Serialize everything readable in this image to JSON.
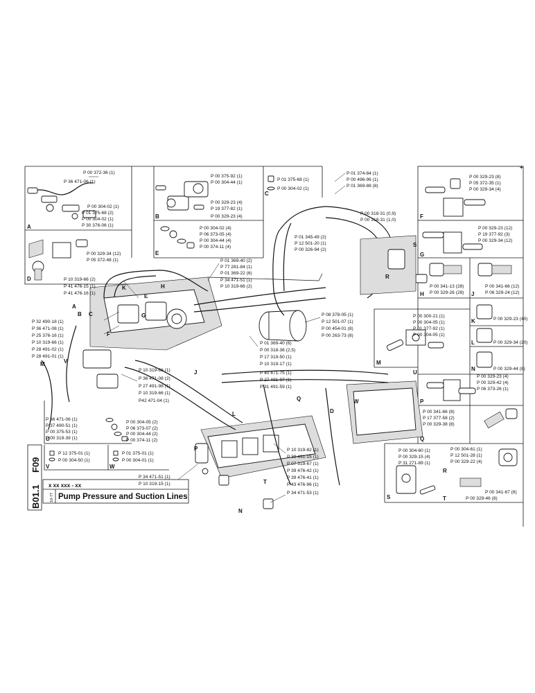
{
  "page": {
    "section_code": "F09",
    "page_code": "B01.1",
    "date_code": "10-77",
    "serial_placeholder": "x xx xxx - xx",
    "title": "Pump Pressure and Suction Lines",
    "corner_mark": "+"
  },
  "panels": {
    "A": {
      "letter": "A",
      "parts": [
        "P 00 372-36 (1)",
        "P 36 471-06 (1)",
        "P 00 304-02 (1)",
        "P 01 375-68 (2)",
        "P 00 304-02 (1)",
        "P 30 376-06 (1)"
      ]
    },
    "B": {
      "letter": "B",
      "parts": [
        "P 00 375-92 (1)",
        "P 00 304-44 (1)",
        "P 00 329-23 (4)",
        "P 19 377-82 (1)",
        "P 00 329-23 (4)"
      ]
    },
    "C": {
      "letter": "C",
      "parts": [
        "P 01 375-68 (1)",
        "P 00 304-02 (1)"
      ]
    },
    "D": {
      "letter": "D",
      "parts": [
        "P 00 329-34 (12)",
        "P 05 372-48 (1)"
      ]
    },
    "E": {
      "letter": "E",
      "parts": [
        "P 00 304-02 (4)",
        "P 06 373-05 (4)",
        "P 00 304-44 (4)",
        "P 00 374-11 (4)"
      ]
    },
    "F": {
      "letter": "F",
      "parts": [
        "P 00 329-23 (8)",
        "P 05 372-35 (1)",
        "P 00 329-34 (4)"
      ]
    },
    "G": {
      "letter": "G",
      "parts": [
        "P 00 329-23 (12)",
        "P 19 377-92 (3)",
        "P 00 329-34 (12)"
      ]
    },
    "H": {
      "letter": "H",
      "parts": [
        "P 00 341-13 (28)",
        "P 00 329-26 (28)"
      ]
    },
    "J": {
      "letter": "J",
      "parts": [
        "P 00 341-66 (12)",
        "P 06 329-24 (12)"
      ]
    },
    "K": {
      "letter": "K",
      "parts": [
        "P 00 329-23 (40)"
      ]
    },
    "L": {
      "letter": "L",
      "parts": [
        "P 00 329-34 (20)"
      ]
    },
    "M": {
      "letter": "M",
      "parts": [
        "P 00 300-21 (1)",
        "P 00 304-05 (1)",
        "P 01 377-92 (1)",
        "P 00 304-05 (1)"
      ]
    },
    "N": {
      "letter": "N",
      "parts": [
        "P 00 329-44 (8)"
      ]
    },
    "P": {
      "letter": "P",
      "parts": [
        "P 00 329-23 (4)",
        "P 00 329-42 (4)",
        "P 06 373-26 (1)"
      ]
    },
    "Q": {
      "letter": "Q",
      "parts": [
        "P 00 341-66 (8)",
        "P 17 377-58 (2)",
        "P 00 329-38 (8)"
      ]
    },
    "R": {
      "letter": "R",
      "parts": [
        "P 00 304-61 (1)",
        "P 12 501-28 (1)",
        "P 00 329-22 (4)",
        "P 00 341-67 (8)",
        "P 00 329-46 (8)"
      ]
    },
    "S": {
      "letter": "S",
      "parts": [
        "P 00 304-60 (1)",
        "P 00 329-15 (4)",
        "P 31 271-89 (1)"
      ]
    },
    "U": {
      "letter": "U",
      "parts": [
        "P 00 304-05 (2)",
        "P 06 373-07 (2)",
        "P 00 304-44 (2)",
        "P 00 374-11 (2)"
      ]
    },
    "V": {
      "letter": "V",
      "parts": [
        "P 12 375-01 (1)",
        "P 00 304-50 (1)"
      ]
    },
    "W": {
      "letter": "W",
      "parts": [
        "P 01 375-01 (1)",
        "P 00 304-01 (1)"
      ]
    }
  },
  "main": {
    "top_right_callouts": [
      "P 01 374-84 (1)",
      "P 00 496-96 (1)",
      "P 01 369-88 (8)",
      "P 00 318-31 (0,9)",
      "P 00 318-31 (1,0)"
    ],
    "mid_callouts": [
      "P 01 345-49 (2)",
      "P 12 501-20 (1)",
      "P 00 326-94 (2)"
    ],
    "upper_center_callouts": [
      "P 01 369-40 (2)",
      "P 77 281-84 (1)",
      "P 01 369-22 (6)",
      "P 34 471-51 (1)",
      "P 10 319-66 (2)"
    ],
    "left_upper_callouts": [
      "P 10 319-66 (2)",
      "P 41 476-15 (1)",
      "P 41 476-16 (1)"
    ],
    "left_callouts": [
      "P 32 490-18 (1)",
      "P 36 471-08 (1)",
      "P 25 376-16 (1)",
      "P 10 319-66 (1)",
      "P 28 491-02 (1)",
      "P 28 491-01 (1)"
    ],
    "center_right_callouts": [
      "P 08 378-05 (1)",
      "P 12 501-07 (1)",
      "P 00 454-01 (8)",
      "P 00 263-73 (8)"
    ],
    "center_callouts": [
      "P 01 369-40 (6)",
      "P 00 318-36 (2,5)",
      "P 17 319-50 (1)",
      "P 10 319-17 (1)",
      "P 40 471-75 (1)",
      "P 27 491-97 (1)",
      "P 31 491-59 (1)"
    ],
    "lower_left_callouts": [
      "P 10 319-66 (1)",
      "P 36 471-08 (2)",
      "P 27 491-98 (1)",
      "P 10 319-66 (1)",
      "P42 471-04 (1)"
    ],
    "bottom_left_callouts": [
      "P 36 471-06 (1)",
      "P 37 490-51 (1)",
      "P 00 375-53 (1)",
      "P 00 319-39 (1)"
    ],
    "bottom_center_callouts": [
      "P 10 319-82 (1)",
      "P 39 491-15 (1)",
      "P 07 319-67 (1)",
      "P 39 476-42 (1)",
      "P 39 476-41 (1)",
      "P 43 476-96 (1)",
      "P 34 471-53 (1)"
    ],
    "bottom_callouts": [
      "P 34 471-51 (1)",
      "P 10 319-15 (1)"
    ],
    "marker_letters": [
      "A",
      "B",
      "C",
      "D",
      "E",
      "F",
      "G",
      "H",
      "J",
      "K",
      "L",
      "M",
      "N",
      "P",
      "Q",
      "R",
      "S",
      "T",
      "U",
      "V",
      "W"
    ]
  }
}
